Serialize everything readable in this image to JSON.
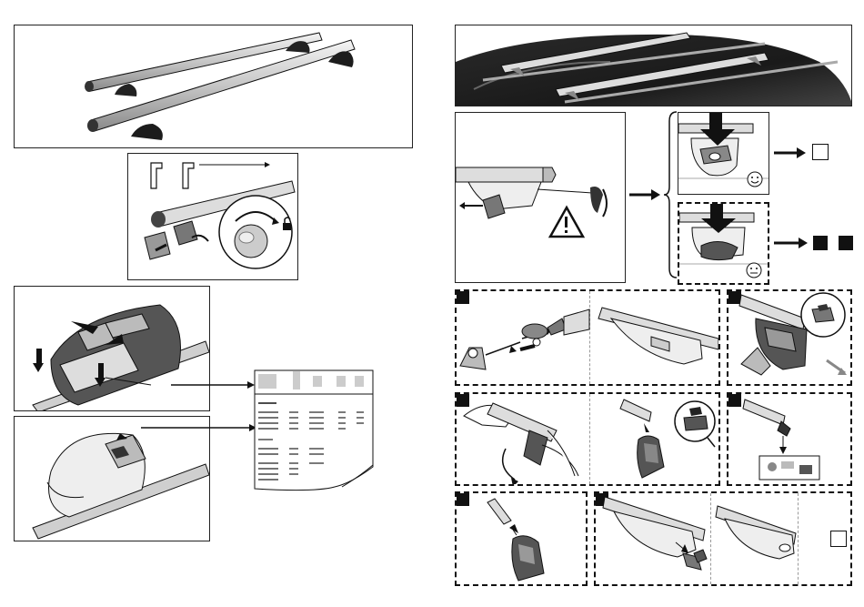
{
  "page": {
    "left_column": {
      "overview": {},
      "key_detail": {},
      "fit_tabs": {},
      "fit_lock": {},
      "datasheet": {}
    },
    "right_column": {
      "car_view": {},
      "tension_check": {},
      "ok_result": {
        "symbol": "smiling-face"
      },
      "not_ok_result": {
        "symbol": "neutral-face"
      },
      "steps": [
        {
          "id": "step-1"
        },
        {
          "id": "step-2"
        },
        {
          "id": "step-3"
        },
        {
          "id": "step-4"
        },
        {
          "id": "step-5"
        },
        {
          "id": "step-6"
        }
      ]
    }
  },
  "colors": {
    "line": "#111111",
    "bar_silver": "#c9c9c9",
    "car_body": "#1a1a1a",
    "shade": "#6e6e6e"
  }
}
